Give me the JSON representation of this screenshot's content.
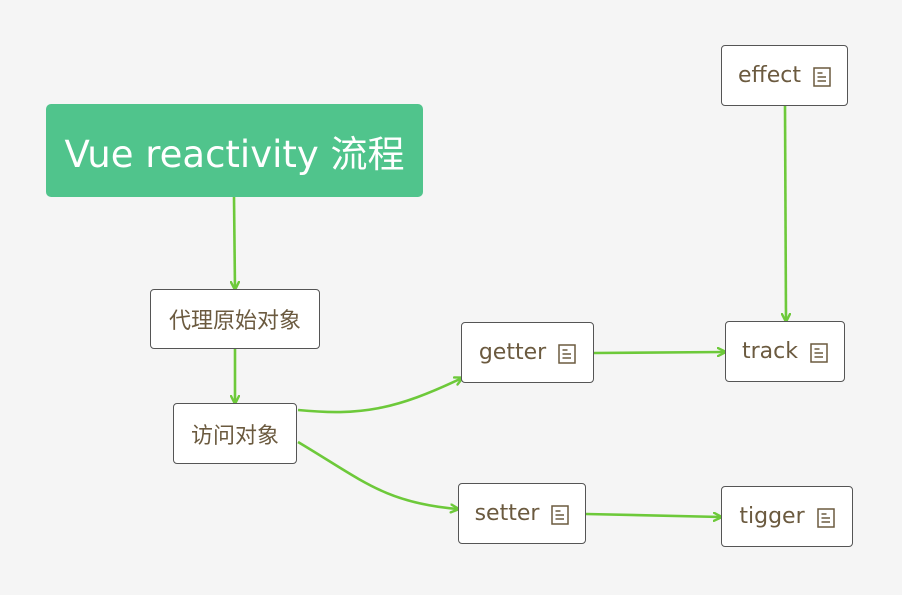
{
  "root": {
    "label": "Vue reactivity 流程"
  },
  "nodes": {
    "proxy": {
      "label": "代理原始对象"
    },
    "access": {
      "label": "访问对象"
    },
    "getter": {
      "label": "getter",
      "icon": "note-icon"
    },
    "setter": {
      "label": "setter",
      "icon": "note-icon"
    },
    "track": {
      "label": "track",
      "icon": "note-icon"
    },
    "tigger": {
      "label": "tigger",
      "icon": "note-icon"
    },
    "effect": {
      "label": "effect",
      "icon": "note-icon"
    }
  },
  "colors": {
    "background": "#f5f5f5",
    "root_fill": "#50c48c",
    "connector": "#6dc93a",
    "node_text": "#6b5a3f",
    "node_border": "#555555"
  }
}
